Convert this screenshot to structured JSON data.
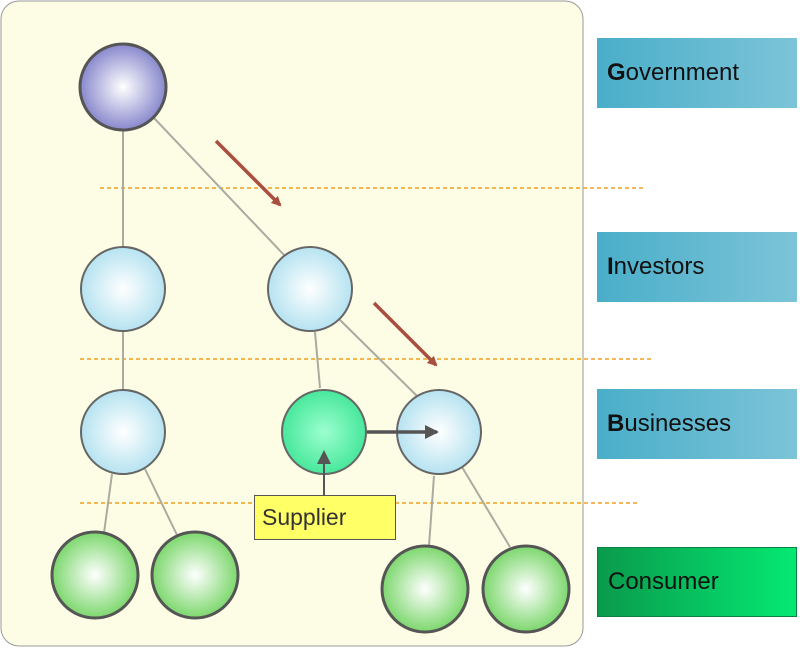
{
  "labels": {
    "government": {
      "first": "G",
      "rest": "overnment"
    },
    "investors": {
      "first": "I",
      "rest": "nvestors"
    },
    "businesses": {
      "first": "B",
      "rest": "usinesses"
    },
    "consumer": "Consumer"
  },
  "supplier_label": "Supplier",
  "colors": {
    "panel_background": "#fdfde6",
    "government_node": "#8a8ad0",
    "light_blue_node": "#bfe8f2",
    "supplier_node": "#56f0a6",
    "consumer_node": "#8de07d",
    "flow_arrow": "#a94f3f",
    "divider": "#f0a020",
    "label_teal": "#4aaec9",
    "label_green": "#04e972",
    "supplier_box": "#ffff66"
  }
}
